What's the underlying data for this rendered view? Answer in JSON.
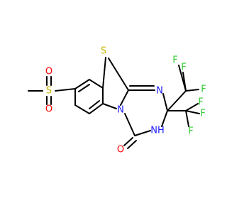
{
  "structure": {
    "atoms": {
      "sulfur_ring": {
        "label": "S",
        "color": "#c8b400"
      },
      "nitrogen_bridge": {
        "label": "N",
        "color": "#2020ff"
      },
      "nitrogen_imine": {
        "label": "N",
        "color": "#2020ff"
      },
      "nitrogen_amide": {
        "label": "NH",
        "color": "#2020ff"
      },
      "oxygen_carbonyl": {
        "label": "O",
        "color": "#ff0000"
      },
      "sulfur_sulfonyl": {
        "label": "S",
        "color": "#c8b400"
      },
      "oxygen_sulfonyl_top": {
        "label": "O",
        "color": "#ff0000"
      },
      "oxygen_sulfonyl_bottom": {
        "label": "O",
        "color": "#ff0000"
      },
      "fluorine_a1": {
        "label": "F",
        "color": "#33cc33"
      },
      "fluorine_a2": {
        "label": "F",
        "color": "#33cc33"
      },
      "fluorine_a3": {
        "label": "F",
        "color": "#33cc33"
      },
      "fluorine_b1": {
        "label": "F",
        "color": "#33cc33"
      },
      "fluorine_b2": {
        "label": "F",
        "color": "#33cc33"
      },
      "fluorine_b3": {
        "label": "F",
        "color": "#33cc33"
      }
    },
    "bond_color": "#000000"
  }
}
